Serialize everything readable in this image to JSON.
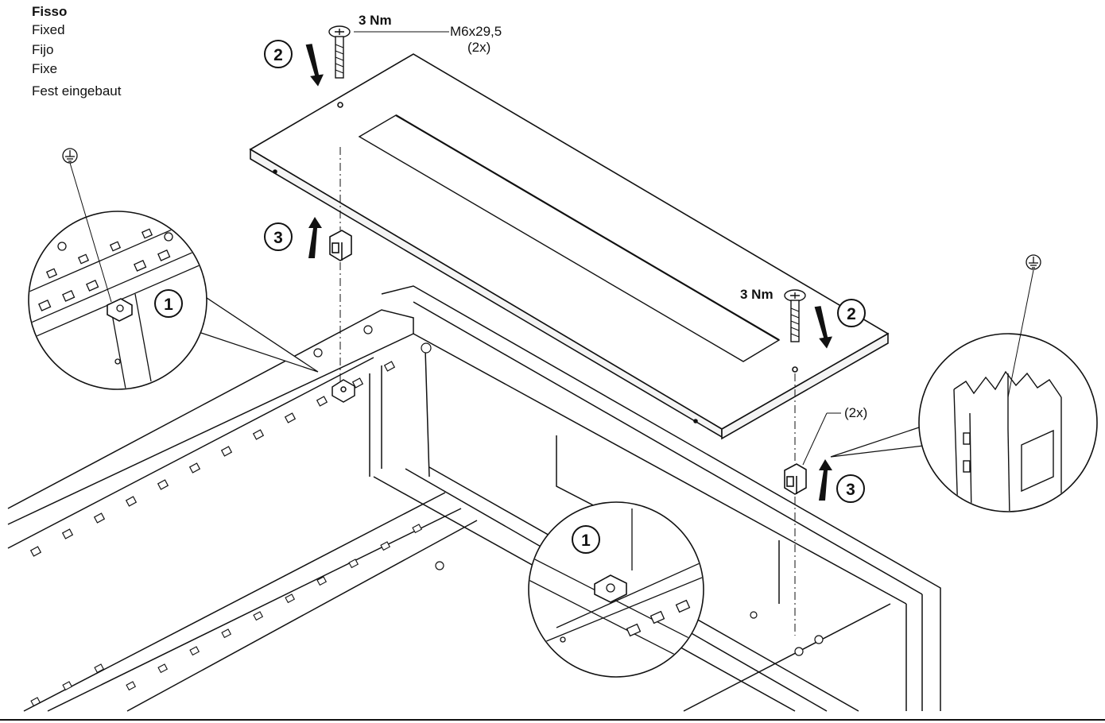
{
  "legend": {
    "heading": "Fisso",
    "translations": [
      "Fixed",
      "Fijo",
      "Fixe",
      "Fest eingebaut"
    ]
  },
  "annotations": {
    "torque_top": "3 Nm",
    "torque_right": "3 Nm",
    "screw_spec": "M6x29,5",
    "screw_qty": "(2x)",
    "clip_qty": "(2x)"
  },
  "steps": {
    "step1": "1",
    "step2": "2",
    "step3": "3"
  },
  "icons": {
    "ground": "ground-symbol-icon",
    "arrow": "direction-arrow-icon",
    "screw": "screw-icon",
    "clip": "cage-nut-clip-icon"
  }
}
